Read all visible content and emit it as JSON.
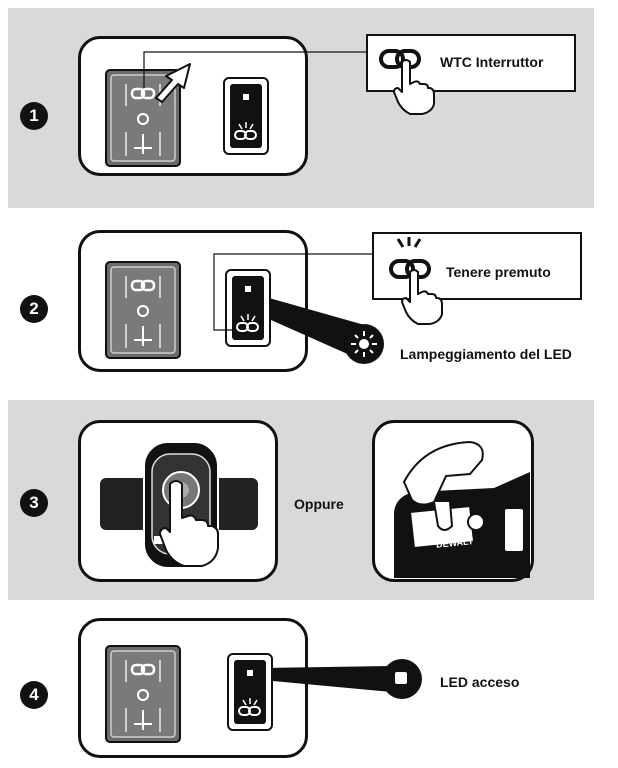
{
  "steps": [
    {
      "number": "1",
      "label": "WTC Interruttor"
    },
    {
      "number": "2",
      "label": "Tenere premuto",
      "led_label": "Lampeggiamento del LED"
    },
    {
      "number": "3",
      "label": "Oppure"
    },
    {
      "number": "4",
      "label": "LED acceso"
    }
  ],
  "tool_brand": "DEWALT",
  "colors": {
    "panel_gray": "#d9d9d9",
    "ink": "#111111",
    "switch_dark": "#6b6b6b"
  }
}
